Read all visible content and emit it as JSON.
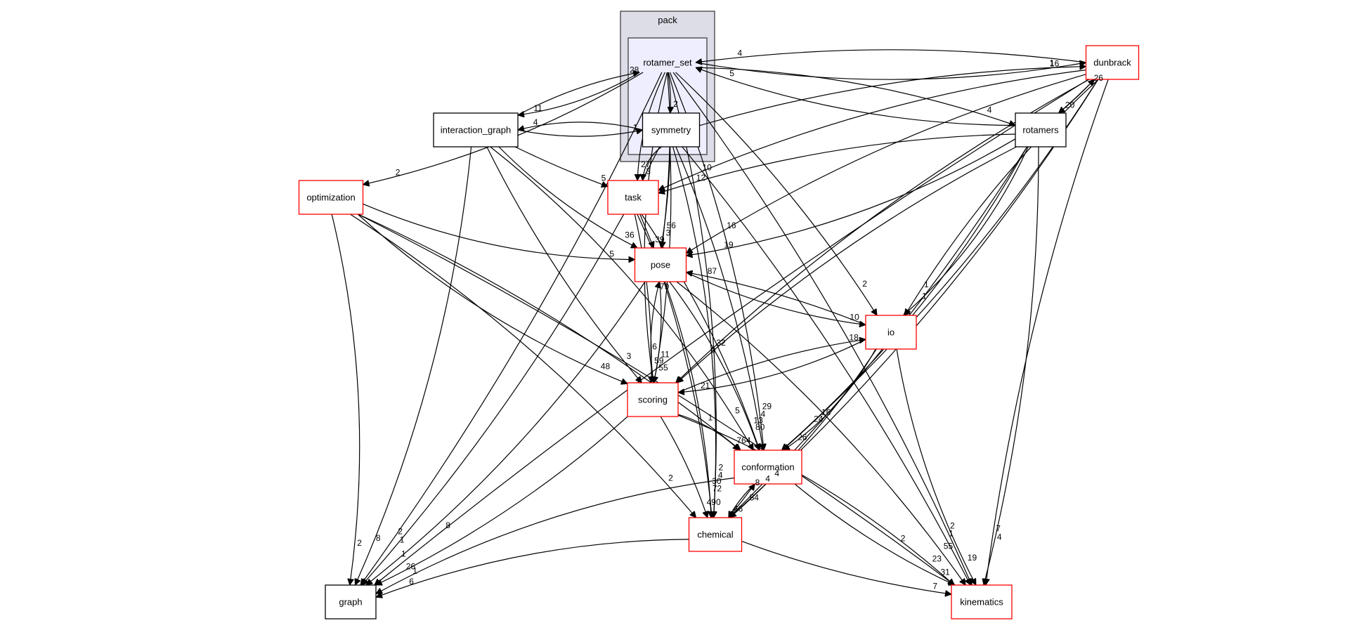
{
  "diagram": {
    "type": "directory-dependency-graph",
    "colors": {
      "cluster_outer_fill": "#dddde8",
      "cluster_outer_stroke": "#404040",
      "cluster_inner_fill": "#eeeeff",
      "cluster_inner_stroke": "#404040",
      "node_fill": "#ffffff",
      "node_stroke_plain": "#000000",
      "node_stroke_external": "#ff0000",
      "edge": "#000000"
    },
    "clusters": [
      {
        "id": "pack",
        "label": "pack"
      },
      {
        "id": "rotamer_set",
        "label": "rotamer_set"
      }
    ],
    "nodes": [
      {
        "id": "rotamer_set",
        "label": "rotamer_set",
        "style": "cluster-label"
      },
      {
        "id": "symmetry",
        "label": "symmetry",
        "style": "plain"
      },
      {
        "id": "interaction_graph",
        "label": "interaction_graph",
        "style": "plain"
      },
      {
        "id": "rotamers",
        "label": "rotamers",
        "style": "plain"
      },
      {
        "id": "dunbrack",
        "label": "dunbrack",
        "style": "external"
      },
      {
        "id": "optimization",
        "label": "optimization",
        "style": "external"
      },
      {
        "id": "task",
        "label": "task",
        "style": "external"
      },
      {
        "id": "pose",
        "label": "pose",
        "style": "external"
      },
      {
        "id": "io",
        "label": "io",
        "style": "external"
      },
      {
        "id": "scoring",
        "label": "scoring",
        "style": "external"
      },
      {
        "id": "conformation",
        "label": "conformation",
        "style": "external"
      },
      {
        "id": "chemical",
        "label": "chemical",
        "style": "external"
      },
      {
        "id": "graph",
        "label": "graph",
        "style": "plain"
      },
      {
        "id": "kinematics",
        "label": "kinematics",
        "style": "external"
      }
    ],
    "edges": [
      {
        "from": "rotamer_set",
        "to": "symmetry",
        "label": "2"
      },
      {
        "from": "rotamer_set",
        "to": "interaction_graph",
        "label": "11"
      },
      {
        "from": "interaction_graph",
        "to": "rotamer_set",
        "label": "28"
      },
      {
        "from": "interaction_graph",
        "to": "symmetry",
        "label": "1"
      },
      {
        "from": "symmetry",
        "to": "interaction_graph",
        "label": "4"
      },
      {
        "from": "dunbrack",
        "to": "rotamer_set",
        "label": "4"
      },
      {
        "from": "rotamers",
        "to": "rotamer_set",
        "label": "5"
      },
      {
        "from": "rotamer_set",
        "to": "rotamers",
        "label": "4"
      },
      {
        "from": "rotamer_set",
        "to": "dunbrack",
        "label": "16"
      },
      {
        "from": "symmetry",
        "to": "dunbrack",
        "label": "1"
      },
      {
        "from": "dunbrack",
        "to": "rotamers",
        "label": "20"
      },
      {
        "from": "rotamers",
        "to": "dunbrack",
        "label": "26"
      },
      {
        "from": "rotamer_set",
        "to": "optimization",
        "label": "2"
      },
      {
        "from": "rotamer_set",
        "to": "task",
        "label": "27"
      },
      {
        "from": "symmetry",
        "to": "task",
        "label": "3"
      },
      {
        "from": "interaction_graph",
        "to": "task",
        "label": "5"
      },
      {
        "from": "rotamers",
        "to": "task",
        "label": "12"
      },
      {
        "from": "dunbrack",
        "to": "task",
        "label": "10"
      },
      {
        "from": "task",
        "to": "pose",
        "label": "39"
      },
      {
        "from": "symmetry",
        "to": "pose",
        "label": "3"
      },
      {
        "from": "rotamers",
        "to": "pose",
        "label": "19"
      },
      {
        "from": "dunbrack",
        "to": "pose",
        "label": "16"
      },
      {
        "from": "interaction_graph",
        "to": "pose",
        "label": "36"
      },
      {
        "from": "rotamer_set",
        "to": "pose",
        "label": "56"
      },
      {
        "from": "optimization",
        "to": "pose",
        "label": "5"
      },
      {
        "from": "io",
        "to": "pose",
        "label": "87"
      },
      {
        "from": "scoring",
        "to": "pose",
        "label": "79"
      },
      {
        "from": "pose",
        "to": "io",
        "label": "10"
      },
      {
        "from": "scoring",
        "to": "io",
        "label": "18"
      },
      {
        "from": "rotamer_set",
        "to": "io",
        "label": "2"
      },
      {
        "from": "rotamers",
        "to": "io",
        "label": "1"
      },
      {
        "from": "dunbrack",
        "to": "io",
        "label": "1"
      },
      {
        "from": "pose",
        "to": "scoring",
        "label": "55"
      },
      {
        "from": "task",
        "to": "scoring",
        "label": "59"
      },
      {
        "from": "symmetry",
        "to": "scoring",
        "label": "11"
      },
      {
        "from": "rotamers",
        "to": "scoring",
        "label": "9"
      },
      {
        "from": "io",
        "to": "scoring",
        "label": "21"
      },
      {
        "from": "dunbrack",
        "to": "scoring",
        "label": "32"
      },
      {
        "from": "optimization",
        "to": "scoring",
        "label": "48"
      },
      {
        "from": "rotamer_set",
        "to": "scoring",
        "label": "6"
      },
      {
        "from": "interaction_graph",
        "to": "scoring",
        "label": "3"
      },
      {
        "from": "scoring",
        "to": "conformation",
        "label": "764"
      },
      {
        "from": "pose",
        "to": "conformation",
        "label": "80"
      },
      {
        "from": "task",
        "to": "conformation",
        "label": "13"
      },
      {
        "from": "symmetry",
        "to": "conformation",
        "label": "4"
      },
      {
        "from": "io",
        "to": "conformation",
        "label": "26"
      },
      {
        "from": "rotamers",
        "to": "conformation",
        "label": "24"
      },
      {
        "from": "dunbrack",
        "to": "conformation",
        "label": "16"
      },
      {
        "from": "rotamer_set",
        "to": "conformation",
        "label": "29"
      },
      {
        "from": "optimization",
        "to": "conformation",
        "label": "1"
      },
      {
        "from": "interaction_graph",
        "to": "conformation",
        "label": "5"
      },
      {
        "from": "chemical",
        "to": "conformation",
        "label": "8"
      },
      {
        "from": "conformation",
        "to": "chemical",
        "label": "46"
      },
      {
        "from": "scoring",
        "to": "chemical",
        "label": "490"
      },
      {
        "from": "pose",
        "to": "chemical",
        "label": "72"
      },
      {
        "from": "task",
        "to": "chemical",
        "label": "30"
      },
      {
        "from": "rotamer_set",
        "to": "chemical",
        "label": "2"
      },
      {
        "from": "optimization",
        "to": "chemical",
        "label": "2"
      },
      {
        "from": "io",
        "to": "chemical",
        "label": "54"
      },
      {
        "from": "rotamers",
        "to": "chemical",
        "label": "4"
      },
      {
        "from": "dunbrack",
        "to": "chemical",
        "label": "4"
      },
      {
        "from": "symmetry",
        "to": "chemical",
        "label": "4"
      },
      {
        "from": "pose",
        "to": "graph",
        "label": "1"
      },
      {
        "from": "scoring",
        "to": "graph",
        "label": "26"
      },
      {
        "from": "rotamer_set",
        "to": "graph",
        "label": "2"
      },
      {
        "from": "optimization",
        "to": "graph",
        "label": "2"
      },
      {
        "from": "interaction_graph",
        "to": "graph",
        "label": "8"
      },
      {
        "from": "symmetry",
        "to": "graph",
        "label": "1"
      },
      {
        "from": "chemical",
        "to": "graph",
        "label": "6"
      },
      {
        "from": "conformation",
        "to": "graph",
        "label": "1"
      },
      {
        "from": "dunbrack",
        "to": "graph",
        "label": "8"
      },
      {
        "from": "conformation",
        "to": "kinematics",
        "label": "31"
      },
      {
        "from": "io",
        "to": "kinematics",
        "label": "19"
      },
      {
        "from": "pose",
        "to": "kinematics",
        "label": "55"
      },
      {
        "from": "symmetry",
        "to": "kinematics",
        "label": "1"
      },
      {
        "from": "chemical",
        "to": "kinematics",
        "label": "7"
      },
      {
        "from": "scoring",
        "to": "kinematics",
        "label": "23"
      },
      {
        "from": "rotamer_set",
        "to": "kinematics",
        "label": "2"
      },
      {
        "from": "optimization",
        "to": "kinematics",
        "label": "2"
      },
      {
        "from": "rotamers",
        "to": "kinematics",
        "label": "4"
      },
      {
        "from": "dunbrack",
        "to": "kinematics",
        "label": "7"
      }
    ]
  }
}
